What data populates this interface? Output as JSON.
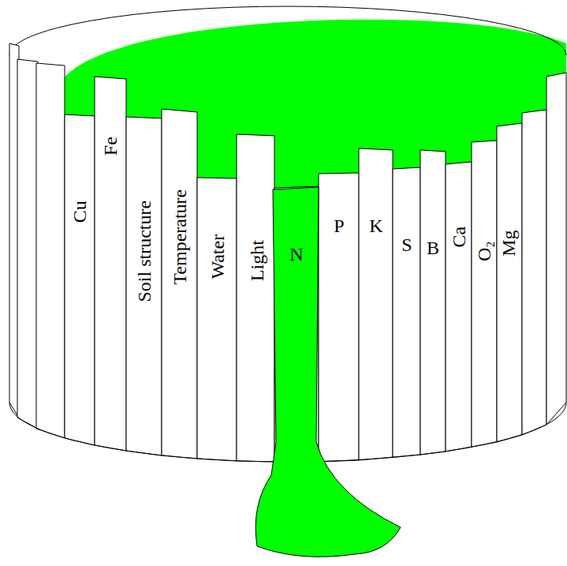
{
  "diagram": {
    "nodes": [
      {
        "text": [
          "Cu"
        ]
      },
      {
        "text": [
          "Fe"
        ]
      },
      {
        "text": [
          "Soil structure"
        ]
      },
      {
        "text": [
          "Temperature"
        ]
      },
      {
        "text": [
          "Water"
        ]
      },
      {
        "text": [
          "Light"
        ]
      },
      {
        "text": [
          "N"
        ]
      },
      {
        "text": [
          "P"
        ]
      },
      {
        "text": [
          "K"
        ]
      },
      {
        "text": [
          "S"
        ]
      },
      {
        "text": [
          "B"
        ]
      },
      {
        "text": [
          "Ca"
        ]
      },
      {
        "text": [
          "O₂"
        ]
      },
      {
        "text": [
          "Mg"
        ]
      }
    ]
  }
}
